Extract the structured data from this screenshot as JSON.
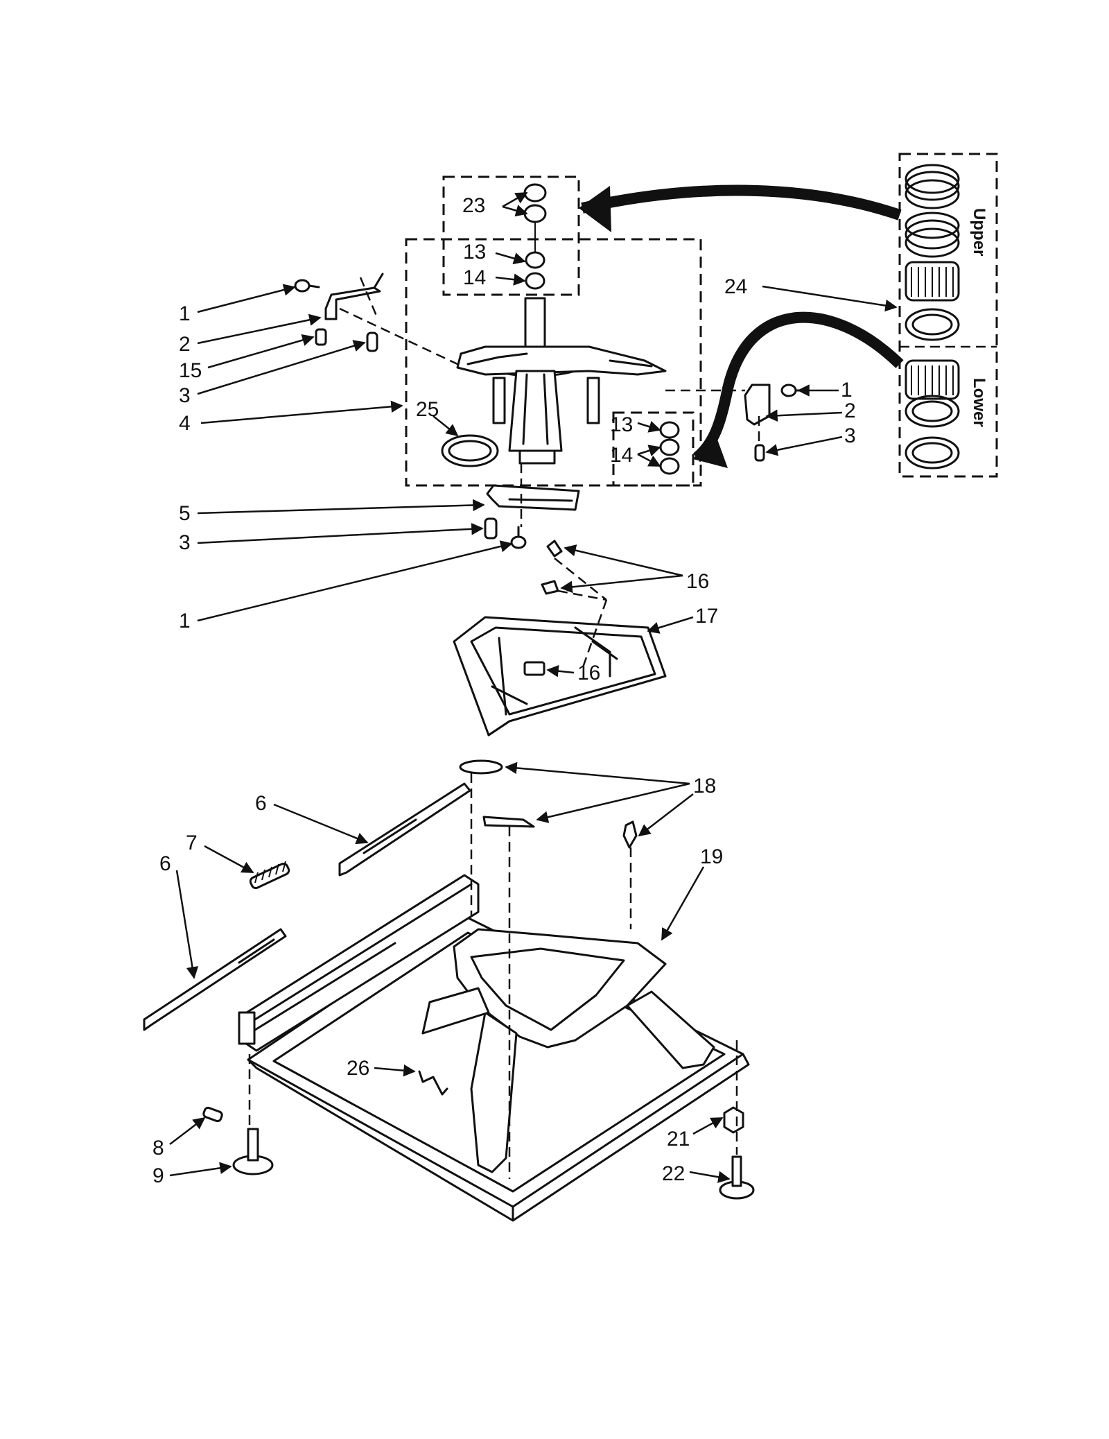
{
  "labels": {
    "l1": "1",
    "l2": "2",
    "l3": "3",
    "l4": "4",
    "l5": "5",
    "l6": "6",
    "l7": "7",
    "l8": "8",
    "l9": "9",
    "l13": "13",
    "l14": "14",
    "l15": "15",
    "l16": "16",
    "l17": "17",
    "l18": "18",
    "l19": "19",
    "l21": "21",
    "l22": "22",
    "l23": "23",
    "l24": "24",
    "l25": "25",
    "l26": "26"
  },
  "bearing_kit": {
    "upper": "Upper",
    "lower": "Lower"
  }
}
